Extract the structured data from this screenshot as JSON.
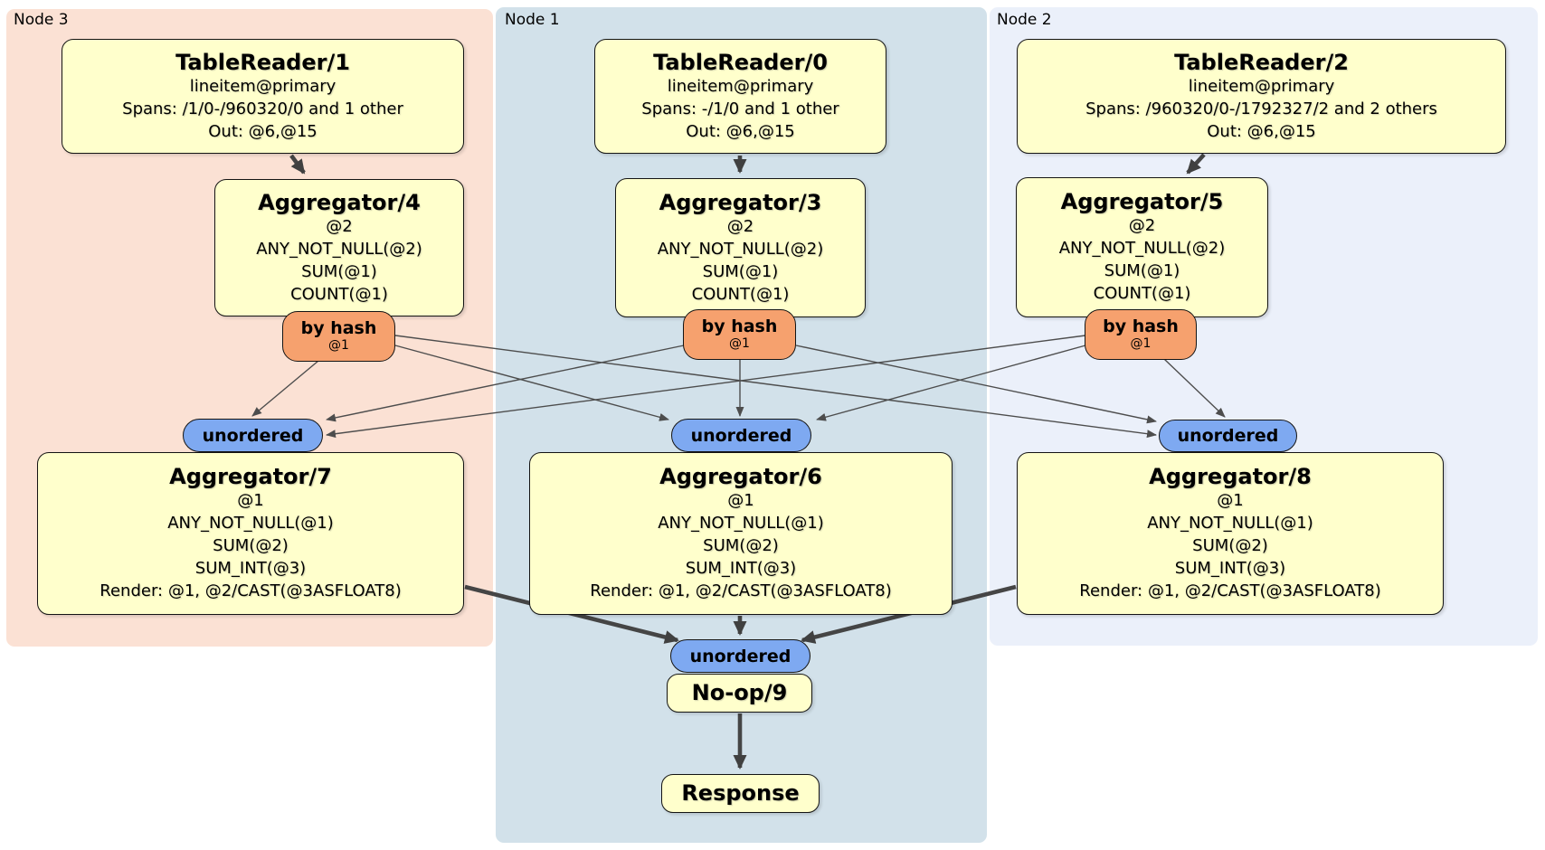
{
  "colors": {
    "node3_panel": "#fbe1d4",
    "node1_panel": "#d2e1ea",
    "node2_panel": "#ebf0fa",
    "processor_fill": "#ffffcc",
    "router_fill": "#f6a16e",
    "sync_fill": "#7ea9f1",
    "edge": "#454545",
    "border": "#141414"
  },
  "panels": {
    "node3": {
      "label": "Node 3"
    },
    "node1": {
      "label": "Node 1"
    },
    "node2": {
      "label": "Node 2"
    }
  },
  "processors": {
    "tablereader1": {
      "title": "TableReader/1",
      "lines": [
        "lineitem@primary",
        "Spans: /1/0-/960320/0 and 1 other",
        "Out: @6,@15"
      ]
    },
    "tablereader0": {
      "title": "TableReader/0",
      "lines": [
        "lineitem@primary",
        "Spans: -/1/0 and 1 other",
        "Out: @6,@15"
      ]
    },
    "tablereader2": {
      "title": "TableReader/2",
      "lines": [
        "lineitem@primary",
        "Spans: /960320/0-/1792327/2 and 2 others",
        "Out: @6,@15"
      ]
    },
    "aggregator4": {
      "title": "Aggregator/4",
      "lines": [
        "@2",
        "ANY_NOT_NULL(@2)",
        "SUM(@1)",
        "COUNT(@1)"
      ]
    },
    "aggregator3": {
      "title": "Aggregator/3",
      "lines": [
        "@2",
        "ANY_NOT_NULL(@2)",
        "SUM(@1)",
        "COUNT(@1)"
      ]
    },
    "aggregator5": {
      "title": "Aggregator/5",
      "lines": [
        "@2",
        "ANY_NOT_NULL(@2)",
        "SUM(@1)",
        "COUNT(@1)"
      ]
    },
    "aggregator7": {
      "title": "Aggregator/7",
      "lines": [
        "@1",
        "ANY_NOT_NULL(@1)",
        "SUM(@2)",
        "SUM_INT(@3)",
        "Render: @1, @2/CAST(@3ASFLOAT8)"
      ]
    },
    "aggregator6": {
      "title": "Aggregator/6",
      "lines": [
        "@1",
        "ANY_NOT_NULL(@1)",
        "SUM(@2)",
        "SUM_INT(@3)",
        "Render: @1, @2/CAST(@3ASFLOAT8)"
      ]
    },
    "aggregator8": {
      "title": "Aggregator/8",
      "lines": [
        "@1",
        "ANY_NOT_NULL(@1)",
        "SUM(@2)",
        "SUM_INT(@3)",
        "Render: @1, @2/CAST(@3ASFLOAT8)"
      ]
    },
    "noop9": {
      "title": "No-op/9"
    },
    "response": {
      "title": "Response"
    }
  },
  "routers": {
    "node3": {
      "label": "by hash",
      "detail": "@1"
    },
    "node1": {
      "label": "by hash",
      "detail": "@1"
    },
    "node2": {
      "label": "by hash",
      "detail": "@1"
    }
  },
  "streams": {
    "sync3": {
      "label": "unordered"
    },
    "sync1": {
      "label": "unordered"
    },
    "sync2": {
      "label": "unordered"
    },
    "final": {
      "label": "unordered"
    }
  }
}
